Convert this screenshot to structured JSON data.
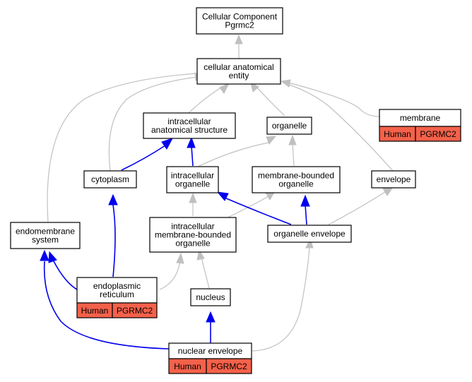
{
  "nodes": {
    "root": {
      "lines": [
        "Cellular Component",
        "Pgrmc2"
      ]
    },
    "cae": {
      "lines": [
        "cellular anatomical",
        "entity"
      ]
    },
    "ias": {
      "lines": [
        "intracellular",
        "anatomical structure"
      ]
    },
    "organelle": {
      "lines": [
        "organelle"
      ]
    },
    "membrane": {
      "lines": [
        "membrane"
      ],
      "genes": [
        "Human",
        "PGRMC2"
      ]
    },
    "cytoplasm": {
      "lines": [
        "cytoplasm"
      ]
    },
    "io": {
      "lines": [
        "intracellular",
        "organelle"
      ]
    },
    "mbo": {
      "lines": [
        "membrane-bounded",
        "organelle"
      ]
    },
    "envelope": {
      "lines": [
        "envelope"
      ]
    },
    "endo": {
      "lines": [
        "endomembrane",
        "system"
      ]
    },
    "imbo": {
      "lines": [
        "intracellular",
        "membrane-bounded",
        "organelle"
      ]
    },
    "oe": {
      "lines": [
        "organelle envelope"
      ]
    },
    "er": {
      "lines": [
        "endoplasmic",
        "reticulum"
      ],
      "genes": [
        "Human",
        "PGRMC2"
      ]
    },
    "nucleus": {
      "lines": [
        "nucleus"
      ]
    },
    "ne": {
      "lines": [
        "nuclear envelope"
      ],
      "genes": [
        "Human",
        "PGRMC2"
      ]
    }
  },
  "colors": {
    "is_a_edge": "#c0c0c0",
    "part_of_edge": "#0000ee",
    "gene_cell": "#f4614a"
  }
}
